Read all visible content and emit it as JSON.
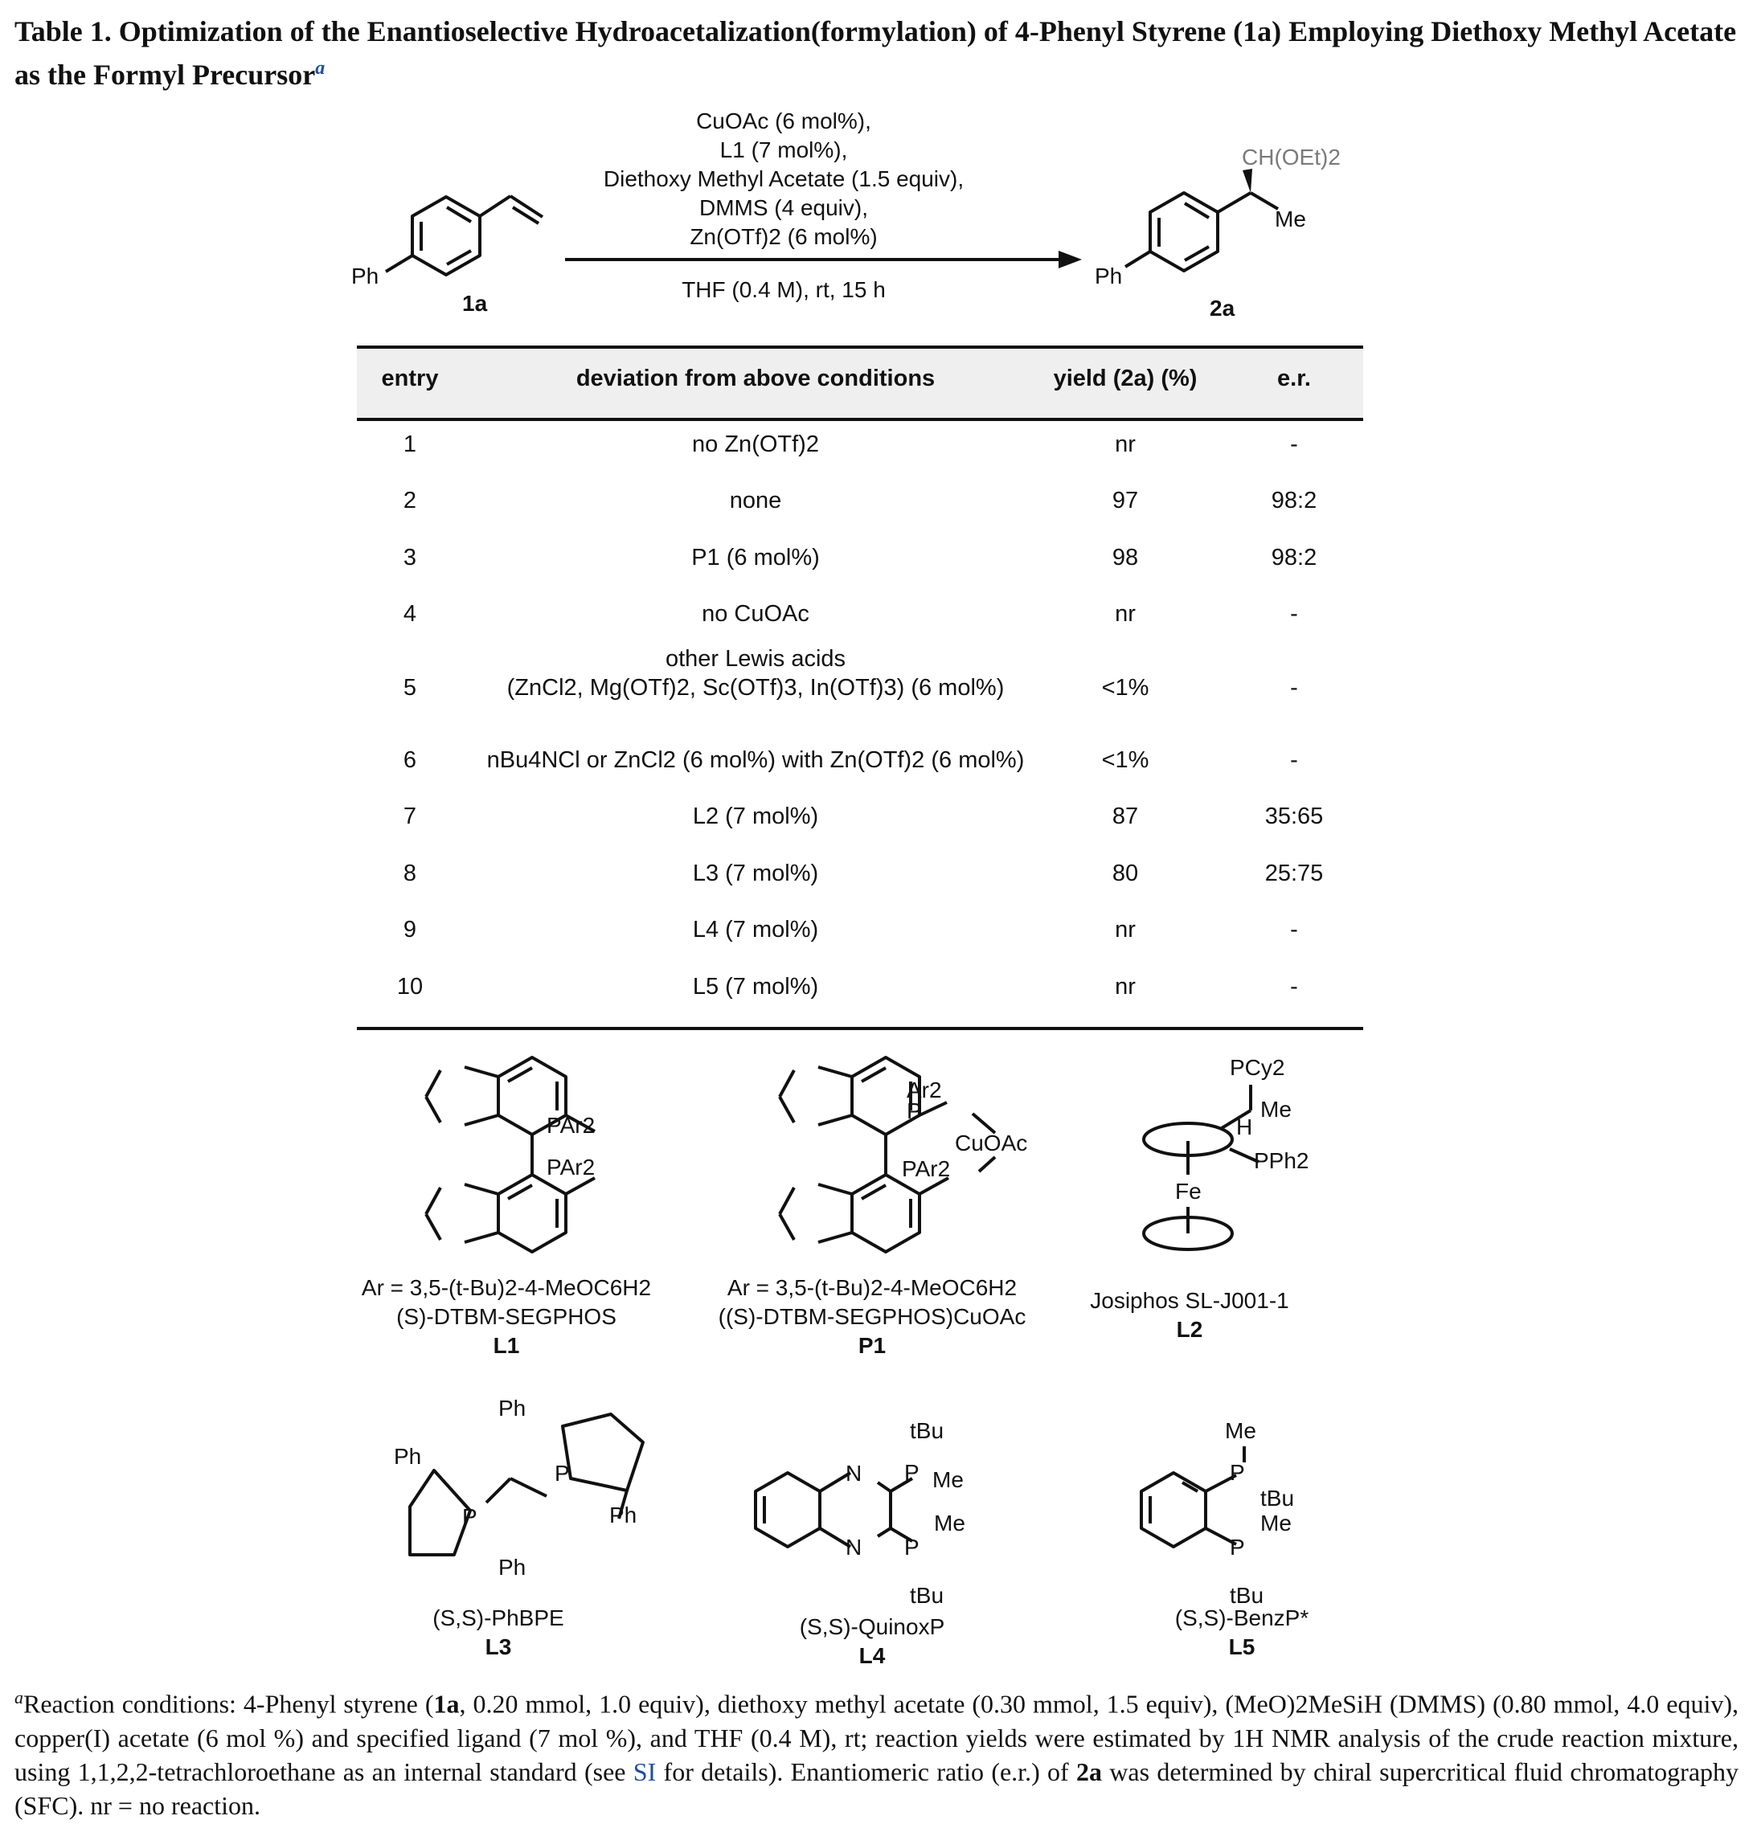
{
  "title": {
    "text": "Table 1. Optimization of the Enantioselective Hydroacetalization(formylation) of 4-Phenyl Styrene (1a) Employing Diethoxy Methyl Acetate as the Formyl Precursor",
    "sup": "a"
  },
  "scheme": {
    "reactant_label": "1a",
    "reactant_ph": "Ph",
    "product_label": "2a",
    "product_ph": "Ph",
    "product_group": "CH(OEt)2",
    "product_me": "Me",
    "conditions": [
      "CuOAc (6 mol%),",
      "L1 (7 mol%),",
      "Diethoxy Methyl Acetate (1.5 equiv),",
      "DMMS (4 equiv),",
      "Zn(OTf)2 (6 mol%)"
    ],
    "solvent": "THF (0.4 M), rt, 15 h"
  },
  "table": {
    "headers": [
      "entry",
      "deviation from above conditions",
      "yield (2a) (%)",
      "e.r."
    ],
    "rows": [
      {
        "entry": "1",
        "deviation": "no Zn(OTf)2",
        "yield": "nr",
        "er": "-"
      },
      {
        "entry": "2",
        "deviation": "none",
        "yield": "97",
        "er": "98:2"
      },
      {
        "entry": "3",
        "deviation": "P1 (6 mol%)",
        "yield": "98",
        "er": "98:2"
      },
      {
        "entry": "4",
        "deviation": "no CuOAc",
        "yield": "nr",
        "er": "-"
      },
      {
        "entry": "5",
        "deviation": "other Lewis acids",
        "deviation2": "(ZnCl2, Mg(OTf)2, Sc(OTf)3, In(OTf)3) (6 mol%)",
        "yield": "<1%",
        "er": "-"
      },
      {
        "entry": "6",
        "deviation": "nBu4NCl or ZnCl2 (6 mol%) with Zn(OTf)2 (6 mol%)",
        "yield": "<1%",
        "er": "-"
      },
      {
        "entry": "7",
        "deviation": "L2 (7 mol%)",
        "yield": "87",
        "er": "35:65"
      },
      {
        "entry": "8",
        "deviation": "L3 (7 mol%)",
        "yield": "80",
        "er": "25:75"
      },
      {
        "entry": "9",
        "deviation": "L4 (7 mol%)",
        "yield": "nr",
        "er": "-"
      },
      {
        "entry": "10",
        "deviation": "L5 (7 mol%)",
        "yield": "nr",
        "er": "-"
      }
    ]
  },
  "ligands": {
    "L1": {
      "ar": "Ar = 3,5-(t-Bu)2-4-MeOC6H2",
      "name": "(S)-DTBM-SEGPHOS",
      "label": "L1",
      "par": "PAr2"
    },
    "P1": {
      "ar": "Ar = 3,5-(t-Bu)2-4-MeOC6H2",
      "name": "((S)-DTBM-SEGPHOS)CuOAc",
      "label": "P1",
      "ar2": "Ar2",
      "p": "P",
      "cuoac": "CuOAc",
      "par": "PAr2"
    },
    "L2": {
      "name": "Josiphos SL-J001-1",
      "label": "L2",
      "pcy": "PCy2",
      "me": "Me",
      "h": "H",
      "pph": "PPh2",
      "fe": "Fe"
    },
    "L3": {
      "name": "(S,S)-PhBPE",
      "label": "L3",
      "ph": "Ph",
      "p": "P"
    },
    "L4": {
      "name": "(S,S)-QuinoxP",
      "label": "L4",
      "tbu": "tBu",
      "me": "Me",
      "n": "N",
      "p": "P"
    },
    "L5": {
      "name": "(S,S)-BenzP*",
      "label": "L5",
      "tbu": "tBu",
      "me": "Me",
      "p": "P"
    }
  },
  "footnote": {
    "sup": "a",
    "text1": "Reaction conditions: 4-Phenyl styrene (",
    "b1": "1a",
    "text2": ", 0.20 mmol, 1.0 equiv), diethoxy methyl acetate (0.30 mmol, 1.5 equiv), (MeO)2MeSiH (DMMS) (0.80 mmol, 4.0 equiv), copper(I) acetate (6 mol %) and specified ligand (7 mol %), and THF (0.4 M), rt; reaction yields were estimated by 1H NMR analysis of the crude reaction mixture, using 1,1,2,2-tetrachloroethane as an internal standard (see ",
    "si": "SI",
    "text3": " for details). Enantiomeric ratio (e.r.) of ",
    "b2": "2a",
    "text4": " was determined by chiral supercritical fluid chromatography (SFC). nr = no reaction."
  }
}
